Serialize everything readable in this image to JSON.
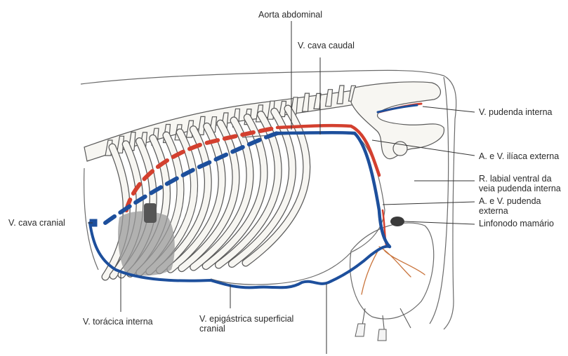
{
  "labels": {
    "aorta_abdominal": "Aorta abdominal",
    "cava_caudal": "V. cava caudal",
    "pudenda_interna": "V. pudenda interna",
    "iliaca_externa": "A. e V. ilíaca externa",
    "labial_ventral": "R. labial ventral da veia pudenda interna",
    "pudenda_externa": "A. e V. pudenda externa",
    "linfonodo_mamario": "Linfonodo mamário",
    "cava_cranial": "V. cava cranial",
    "toracica_interna": "V. torácica interna",
    "epigastrica": "V. epigástrica superficial cranial"
  },
  "colors": {
    "artery": "#d3402f",
    "vein": "#1d4f9c",
    "lymph_node": "#3a3a3a",
    "organ_shading": "#9a9a9a"
  }
}
